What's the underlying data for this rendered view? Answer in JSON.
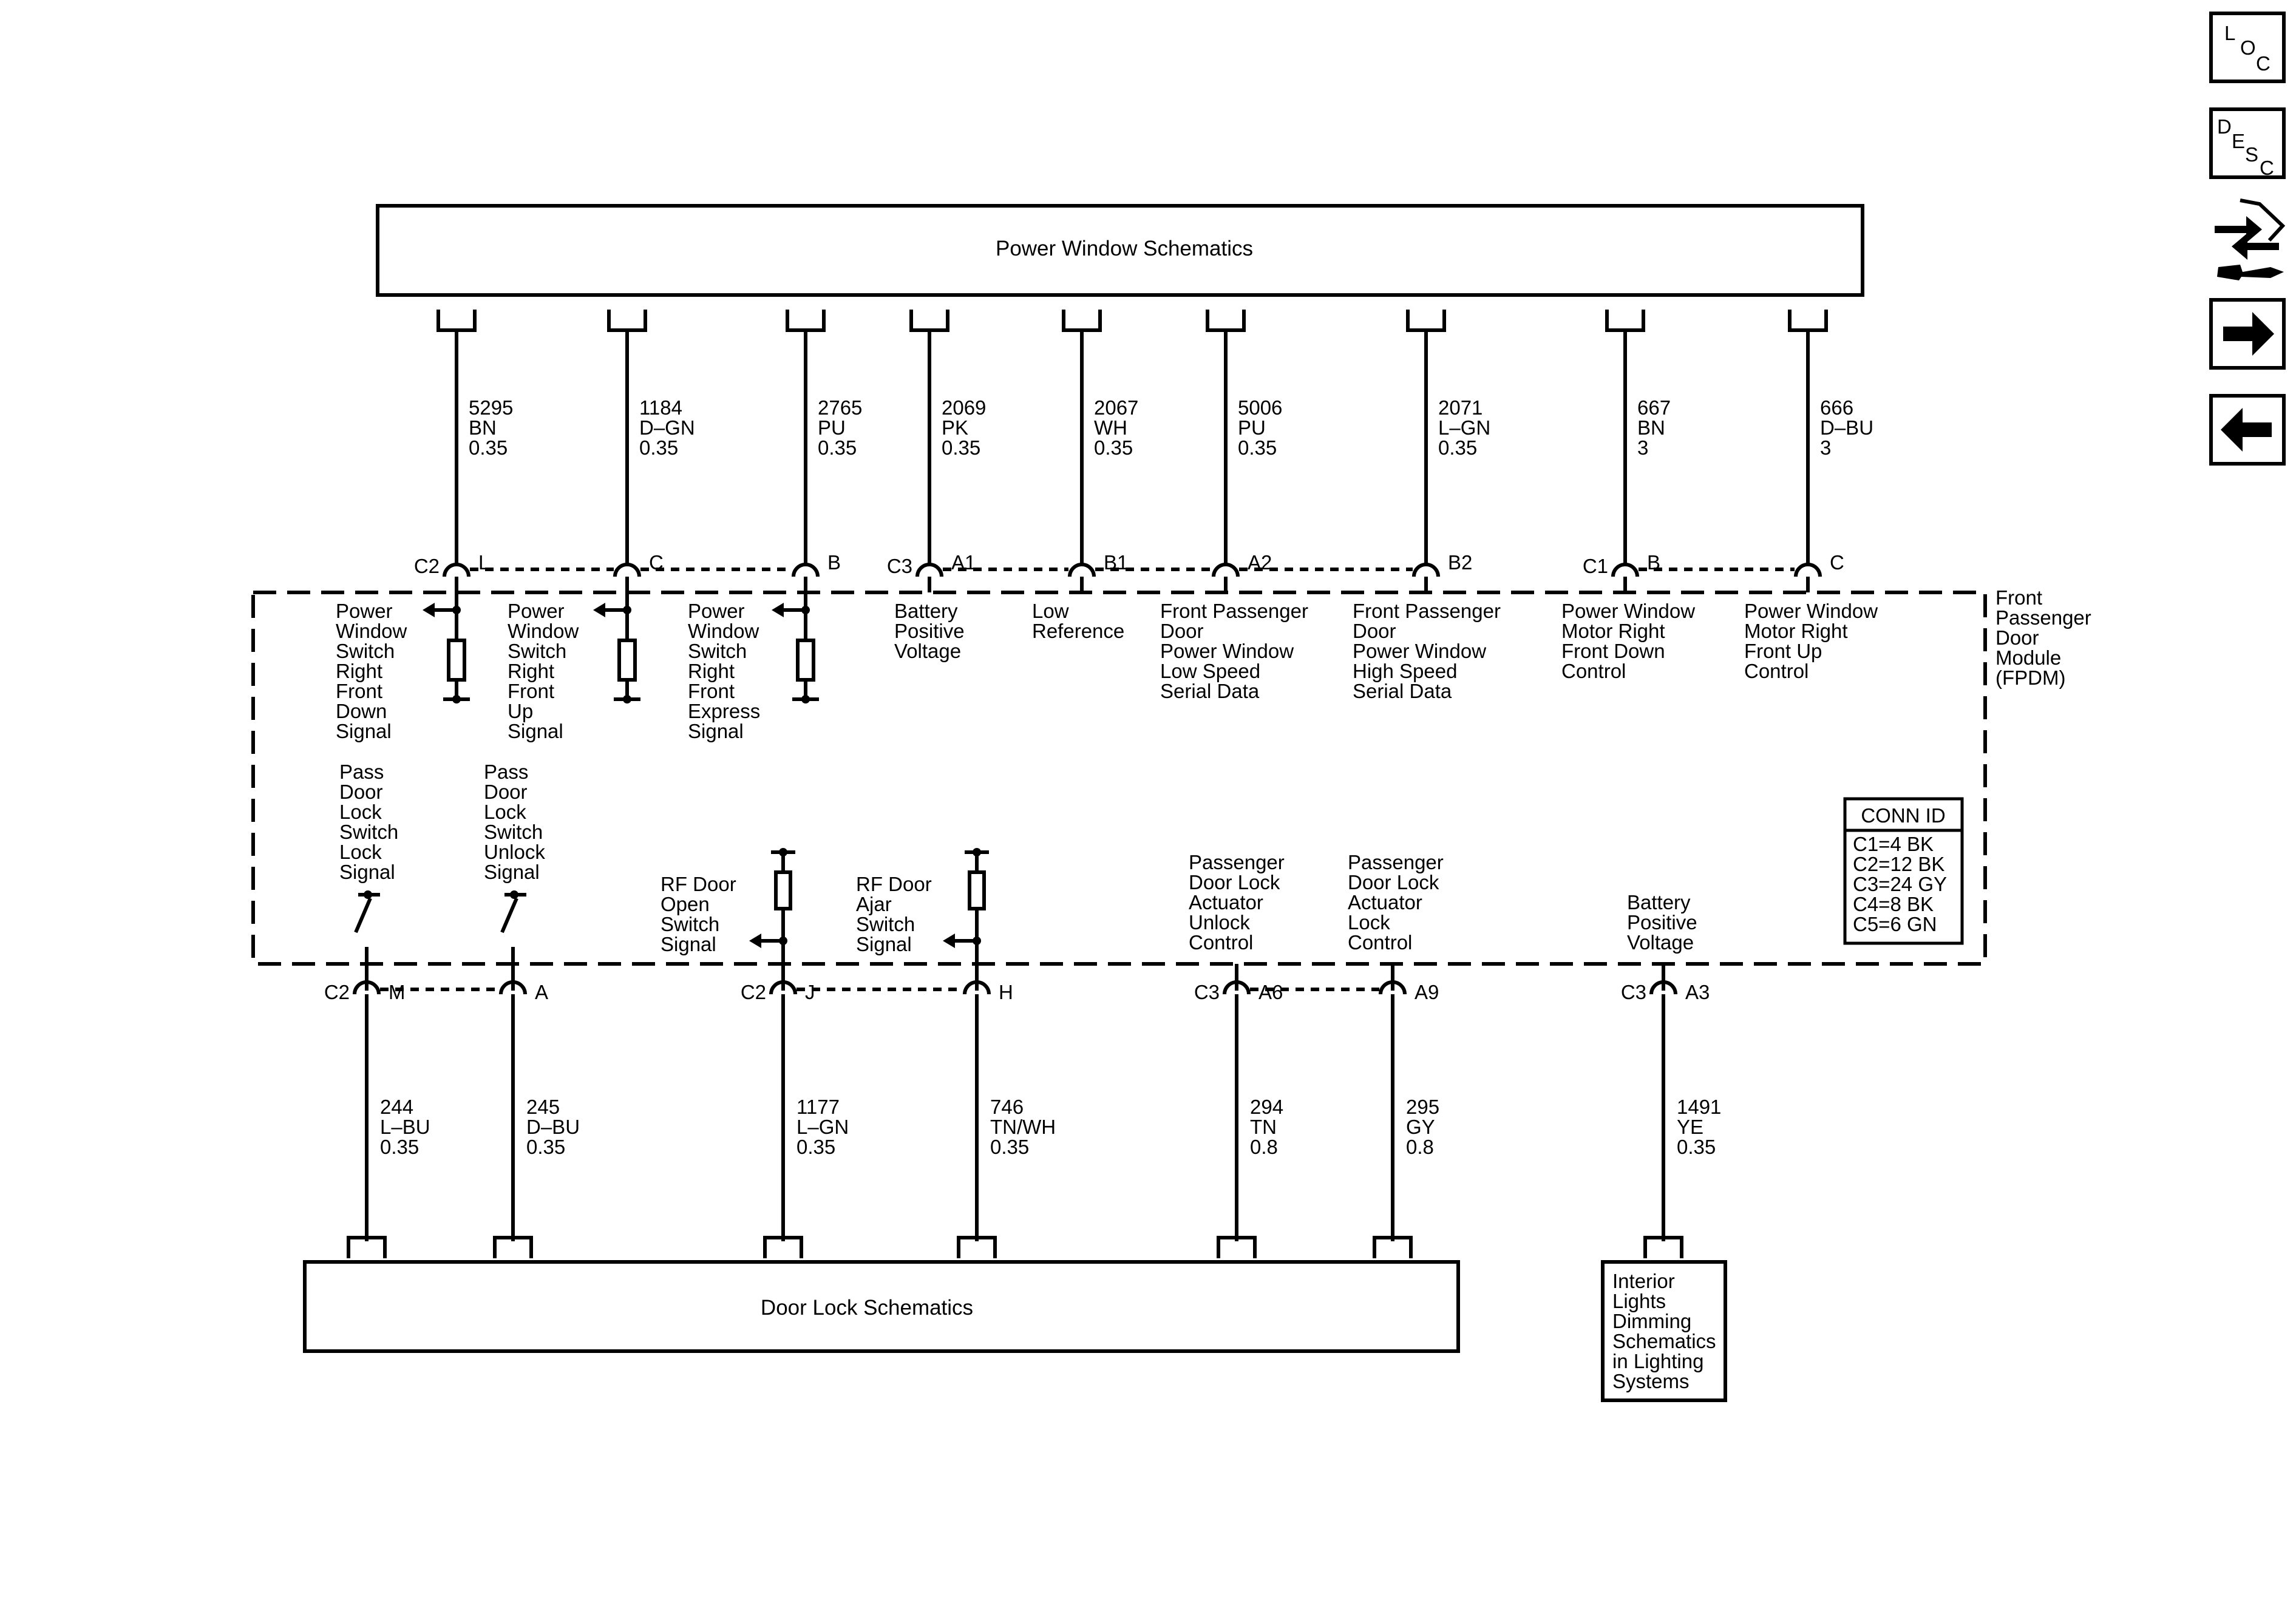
{
  "top_box": {
    "label": "Power Window Schematics"
  },
  "bottom_box": {
    "label": "Door Lock Schematics"
  },
  "interior_box": {
    "lines": [
      "Interior",
      "Lights",
      "Dimming",
      "Schematics",
      "in Lighting",
      "Systems"
    ]
  },
  "module": {
    "name_lines": [
      "Front",
      "Passenger",
      "Door",
      "Module",
      "(FPDM)"
    ]
  },
  "conn_id": {
    "title": "CONN ID",
    "rows": [
      "C1=4 BK",
      "C2=12 BK",
      "C3=24 GY",
      "C4=8 BK",
      "C5=6 GN"
    ]
  },
  "top_wires": [
    {
      "circuit": "5295",
      "color": "BN",
      "gauge": "0.35",
      "conn": "C2",
      "pin": "L",
      "desc": [
        "Power",
        "Window",
        "Switch",
        "Right",
        "Front",
        "Down",
        "Signal"
      ]
    },
    {
      "circuit": "1184",
      "color": "D–GN",
      "gauge": "0.35",
      "conn": "",
      "pin": "C",
      "desc": [
        "Power",
        "Window",
        "Switch",
        "Right",
        "Front",
        "Up",
        "Signal"
      ]
    },
    {
      "circuit": "2765",
      "color": "PU",
      "gauge": "0.35",
      "conn": "",
      "pin": "B",
      "desc": [
        "Power",
        "Window",
        "Switch",
        "Right",
        "Front",
        "Express",
        "Signal"
      ]
    },
    {
      "circuit": "2069",
      "color": "PK",
      "gauge": "0.35",
      "conn": "C3",
      "pin": "A1",
      "desc": [
        "Battery",
        "Positive",
        "Voltage"
      ]
    },
    {
      "circuit": "2067",
      "color": "WH",
      "gauge": "0.35",
      "conn": "",
      "pin": "B1",
      "desc": [
        "Low",
        "Reference"
      ]
    },
    {
      "circuit": "5006",
      "color": "PU",
      "gauge": "0.35",
      "conn": "",
      "pin": "A2",
      "desc": [
        "Front Passenger",
        "Door",
        "Power Window",
        "Low Speed",
        "Serial Data"
      ]
    },
    {
      "circuit": "2071",
      "color": "L–GN",
      "gauge": "0.35",
      "conn": "",
      "pin": "B2",
      "desc": [
        "Front Passenger",
        "Door",
        "Power Window",
        "High Speed",
        "Serial Data"
      ]
    },
    {
      "circuit": "667",
      "color": "BN",
      "gauge": "3",
      "conn": "C1",
      "pin": "B",
      "desc": [
        "Power Window",
        "Motor Right",
        "Front Down",
        "Control"
      ]
    },
    {
      "circuit": "666",
      "color": "D–BU",
      "gauge": "3",
      "conn": "",
      "pin": "C",
      "desc": [
        "Power Window",
        "Motor Right",
        "Front Up",
        "Control"
      ]
    }
  ],
  "bottom_wires": [
    {
      "circuit": "244",
      "color": "L–BU",
      "gauge": "0.35",
      "conn": "C2",
      "pin": "M",
      "desc": [
        "Pass",
        "Door",
        "Lock",
        "Switch",
        "Lock",
        "Signal"
      ]
    },
    {
      "circuit": "245",
      "color": "D–BU",
      "gauge": "0.35",
      "conn": "",
      "pin": "A",
      "desc": [
        "Pass",
        "Door",
        "Lock",
        "Switch",
        "Unlock",
        "Signal"
      ]
    },
    {
      "circuit": "1177",
      "color": "L–GN",
      "gauge": "0.35",
      "conn": "C2",
      "pin": "J",
      "desc": [
        "RF Door",
        "Open",
        "Switch",
        "Signal"
      ]
    },
    {
      "circuit": "746",
      "color": "TN/WH",
      "gauge": "0.35",
      "conn": "",
      "pin": "H",
      "desc": [
        "RF Door",
        "Ajar",
        "Switch",
        "Signal"
      ]
    },
    {
      "circuit": "294",
      "color": "TN",
      "gauge": "0.8",
      "conn": "C3",
      "pin": "A6",
      "desc": [
        "Passenger",
        "Door Lock",
        "Actuator",
        "Unlock",
        "Control"
      ]
    },
    {
      "circuit": "295",
      "color": "GY",
      "gauge": "0.8",
      "conn": "",
      "pin": "A9",
      "desc": [
        "Passenger",
        "Door Lock",
        "Actuator",
        "Lock",
        "Control"
      ]
    },
    {
      "circuit": "1491",
      "color": "YE",
      "gauge": "0.35",
      "conn": "C3",
      "pin": "A3",
      "desc": [
        "Battery",
        "Positive",
        "Voltage"
      ]
    }
  ],
  "nav": {
    "loc": [
      "L",
      "O",
      "C"
    ],
    "desc": [
      "D",
      "E",
      "S",
      "C"
    ],
    "icons": [
      "connector-tool-icon",
      "arrow-right-icon",
      "arrow-left-icon"
    ]
  }
}
